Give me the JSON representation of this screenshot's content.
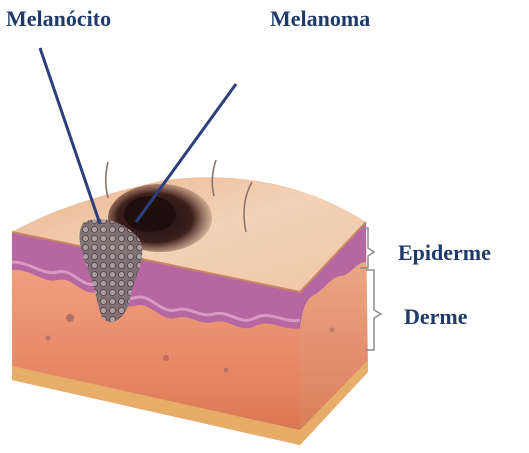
{
  "labels": {
    "melanocito": "Melanócito",
    "melanoma": "Melanoma",
    "epiderme": "Epiderme",
    "derme": "Derme"
  },
  "colors": {
    "label_text": "#1f3a6b",
    "pointer_line": "#2b3f7a",
    "skin_top": "#efc3a0",
    "epidermis": "#b86aa0",
    "dermis": "#e88e6f",
    "melanoma": "#3a1f1c"
  }
}
